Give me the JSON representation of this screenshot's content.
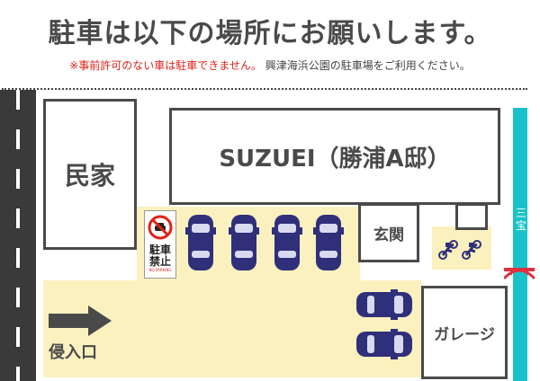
{
  "title": "駐車は以下の場所にお願いします。",
  "notice": {
    "warning": "※事前許可のない車は駐車できません。",
    "info": "興津海浜公園の駐車場をご利用ください。"
  },
  "map": {
    "building_neighbor": "民家",
    "building_main": "SUZUEI（勝浦A邸）",
    "entrance": "玄関",
    "garage": "ガレージ",
    "entry_label": "侵入口",
    "river_label": "三宝",
    "no_parking_sign": {
      "line1": "駐車",
      "line2": "禁止",
      "small": "NO PARKING"
    }
  },
  "icons": [
    "car-icon",
    "motorcycle-icon",
    "arrow-right-icon",
    "no-parking-icon",
    "bridge-icon"
  ],
  "colors": {
    "parking_area": "#fbf1bf",
    "road": "#3a3a3a",
    "river": "#19c2c8",
    "car_body": "#2f2f7a",
    "warning_text": "#e0231b"
  }
}
